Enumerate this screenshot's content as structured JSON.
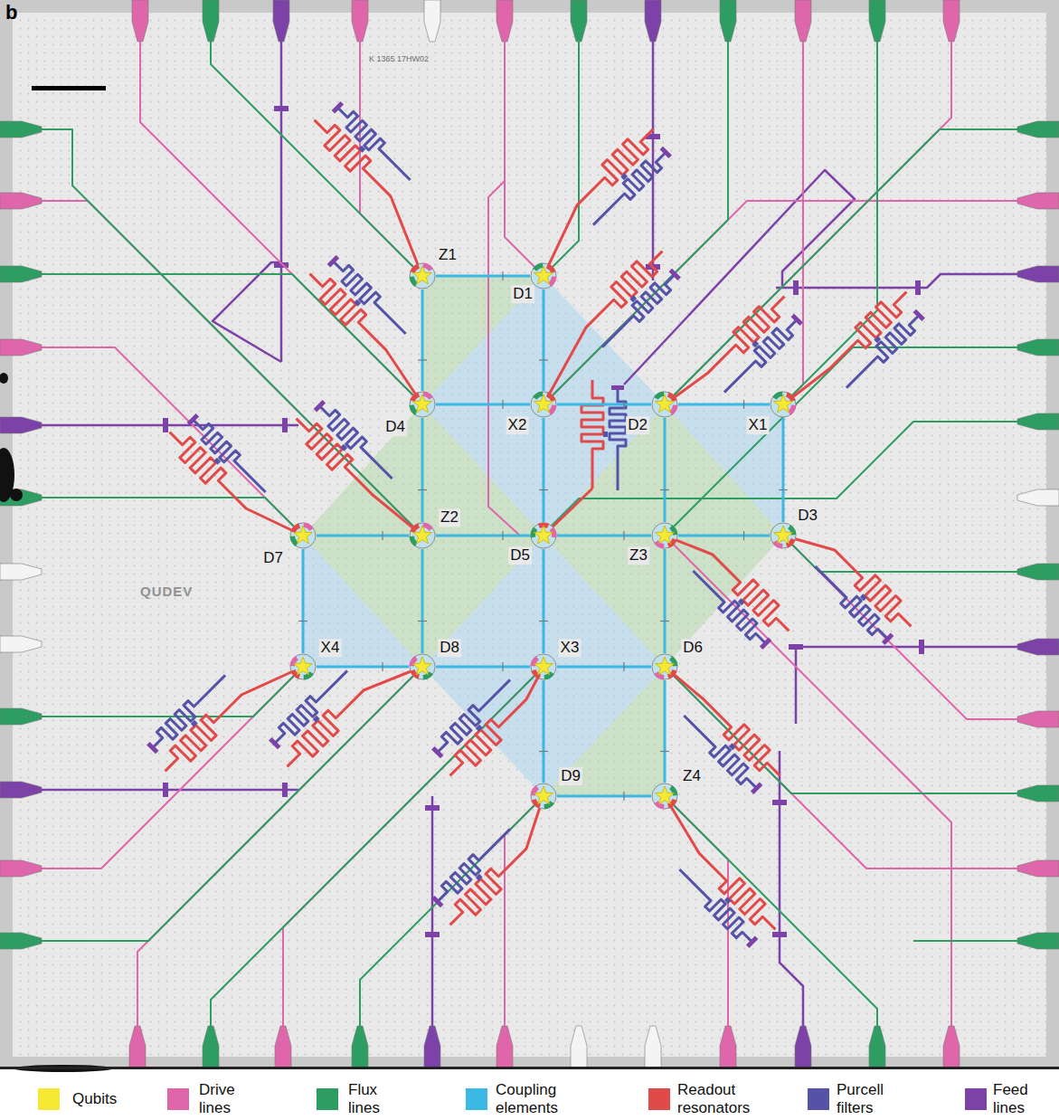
{
  "diagram": {
    "nodes": [
      {
        "text": [
          "Z1"
        ]
      },
      {
        "text": [
          "D1"
        ]
      },
      {
        "text": [
          "D4"
        ]
      },
      {
        "text": [
          "X2"
        ]
      },
      {
        "text": [
          "D2"
        ]
      },
      {
        "text": [
          "X1"
        ]
      },
      {
        "text": [
          "D7"
        ]
      },
      {
        "text": [
          "Z2"
        ]
      },
      {
        "text": [
          "D5"
        ]
      },
      {
        "text": [
          "Z3"
        ]
      },
      {
        "text": [
          "D3"
        ]
      },
      {
        "text": [
          "X4"
        ]
      },
      {
        "text": [
          "D8"
        ]
      },
      {
        "text": [
          "X3"
        ]
      },
      {
        "text": [
          "D6"
        ]
      },
      {
        "text": [
          "D9"
        ]
      },
      {
        "text": [
          "Z4"
        ]
      }
    ],
    "edges": [
      {
        "from": 0,
        "to": 1,
        "arrow": "none"
      },
      {
        "from": 0,
        "to": 2,
        "arrow": "none"
      },
      {
        "from": 1,
        "to": 3,
        "arrow": "none"
      },
      {
        "from": 2,
        "to": 3,
        "arrow": "none"
      },
      {
        "from": 3,
        "to": 4,
        "arrow": "none"
      },
      {
        "from": 4,
        "to": 5,
        "arrow": "none"
      },
      {
        "from": 2,
        "to": 7,
        "arrow": "none"
      },
      {
        "from": 3,
        "to": 8,
        "arrow": "none"
      },
      {
        "from": 4,
        "to": 9,
        "arrow": "none"
      },
      {
        "from": 5,
        "to": 10,
        "arrow": "none"
      },
      {
        "from": 6,
        "to": 7,
        "arrow": "none"
      },
      {
        "from": 7,
        "to": 8,
        "arrow": "none"
      },
      {
        "from": 8,
        "to": 9,
        "arrow": "none"
      },
      {
        "from": 9,
        "to": 10,
        "arrow": "none"
      },
      {
        "from": 6,
        "to": 11,
        "arrow": "none"
      },
      {
        "from": 7,
        "to": 12,
        "arrow": "none"
      },
      {
        "from": 8,
        "to": 13,
        "arrow": "none"
      },
      {
        "from": 9,
        "to": 14,
        "arrow": "none"
      },
      {
        "from": 11,
        "to": 12,
        "arrow": "none"
      },
      {
        "from": 12,
        "to": 13,
        "arrow": "none"
      },
      {
        "from": 13,
        "to": 14,
        "arrow": "none"
      },
      {
        "from": 13,
        "to": 15,
        "arrow": "none"
      },
      {
        "from": 14,
        "to": 16,
        "arrow": "none"
      },
      {
        "from": 15,
        "to": 16,
        "arrow": "none"
      }
    ],
    "labels": [
      "b",
      "K 1365 17HW02",
      "QUDEV"
    ],
    "legend": [
      {
        "text": "Qubits",
        "color": "#f5e936"
      },
      {
        "text": "Drive lines",
        "color": "#e066ac"
      },
      {
        "text": "Flux lines",
        "color": "#2e9d62"
      },
      {
        "text": "Coupling elements",
        "color": "#3bb8e3"
      },
      {
        "text": "Readout resonators",
        "color": "#e24a4a"
      },
      {
        "text": "Purcell filters",
        "color": "#5553a8"
      },
      {
        "text": "Feed lines",
        "color": "#7d42a8"
      }
    ]
  }
}
